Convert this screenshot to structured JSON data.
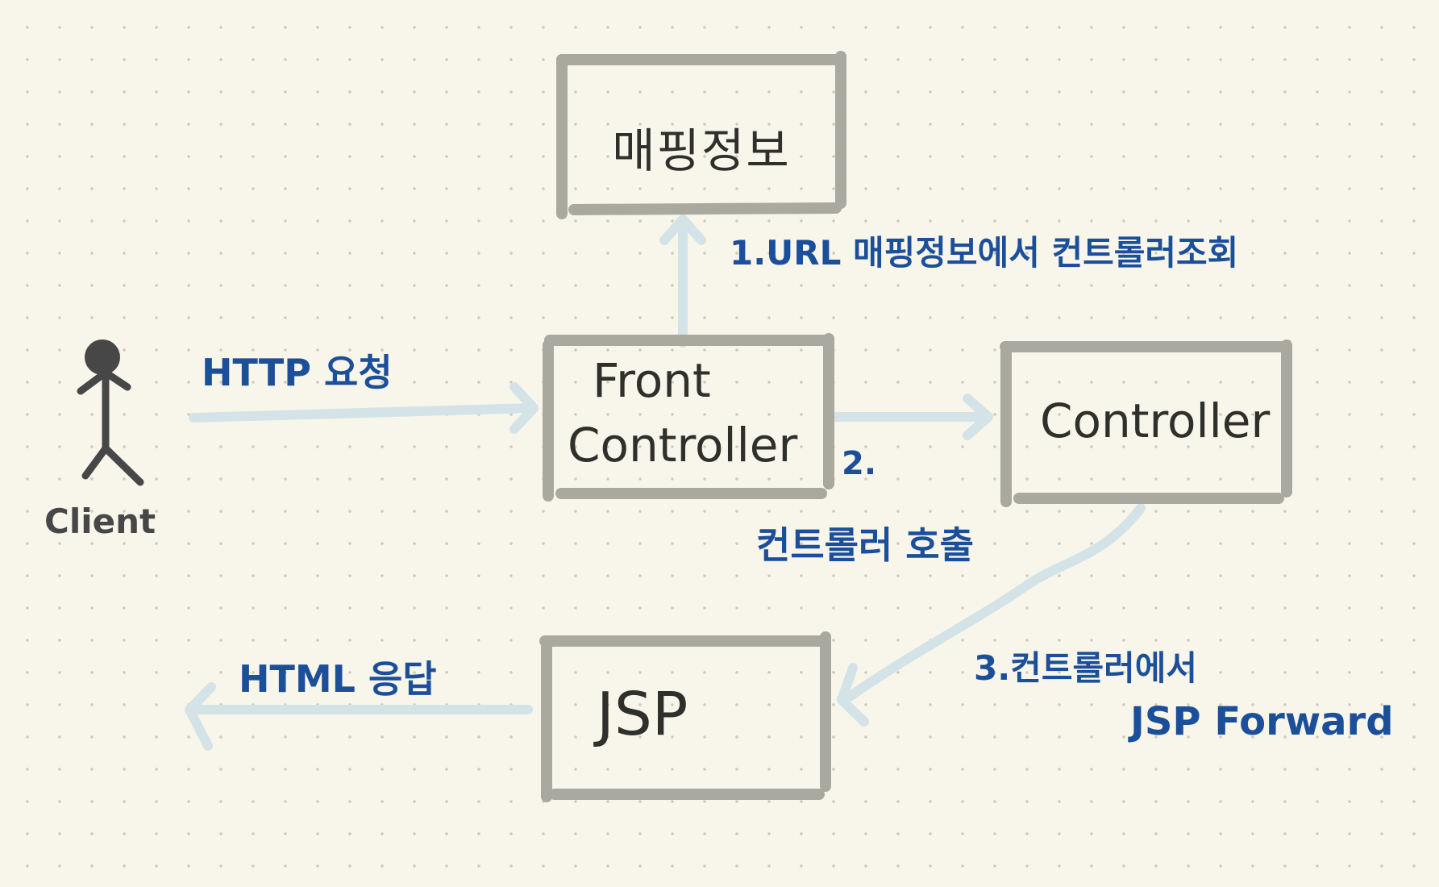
{
  "nodes": {
    "mapping_info": "매핑정보",
    "front_controller_line1": "Front",
    "front_controller_line2": "Controller",
    "controller": "Controller",
    "jsp": "JSP",
    "client": "Client"
  },
  "edges": {
    "http_request": "HTTP 요청",
    "step1": "1.URL 매핑정보에서 컨트롤러조회",
    "step2_number": "2.",
    "step2_text": "컨트롤러 호출",
    "step3_line1": "3.컨트롤러에서",
    "step3_line2": "JSP Forward",
    "html_response": "HTML 응답"
  },
  "colors": {
    "background": "#f8f6ea",
    "box_stroke": "#aaa9a0",
    "arrow": "#d3e3e7",
    "annotation_text": "#1c4f9a",
    "node_text": "#2f2f2c",
    "client_figure": "#474747"
  }
}
